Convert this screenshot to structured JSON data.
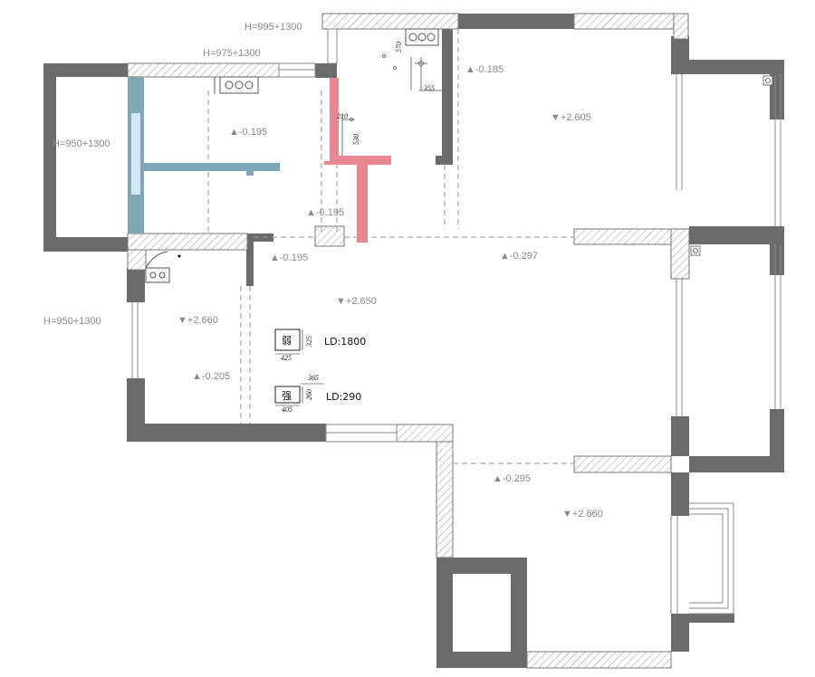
{
  "window_heights": {
    "top_kitchen": "H=995+1300",
    "top_middle": "H=975+1300",
    "left_balcony": "H=950+1300",
    "left_room": "H=950+1300"
  },
  "levels": {
    "kitchen_floor": "-0.185",
    "bedroom_top_ceiling": "+2.605",
    "dining_floor": "-0.195",
    "hall_floor_a": "-0.195",
    "hall_floor_b": "-0.195",
    "living_floor": "-0.297",
    "living_ceiling": "+2.650",
    "small_room_ceiling": "+2.660",
    "small_room_floor": "-0.205",
    "bedroom_bottom_floor": "-0.295",
    "bedroom_bottom_ceiling": "+2.660"
  },
  "dimensions": {
    "d570": "570",
    "d355": "355",
    "d210": "210",
    "d530": "530",
    "weak_w": "425",
    "weak_h": "325",
    "strong_w": "405",
    "strong_h": "260",
    "strong_off": "365"
  },
  "panels": {
    "weak_label": "弱",
    "weak_ld": "LD:1800",
    "strong_label": "强",
    "strong_ld": "LD:290"
  },
  "colors": {
    "wall": "#6b6b6b",
    "new_wall": "#e8878f",
    "glass": "#7fa7b8",
    "hatch": "#999999"
  }
}
